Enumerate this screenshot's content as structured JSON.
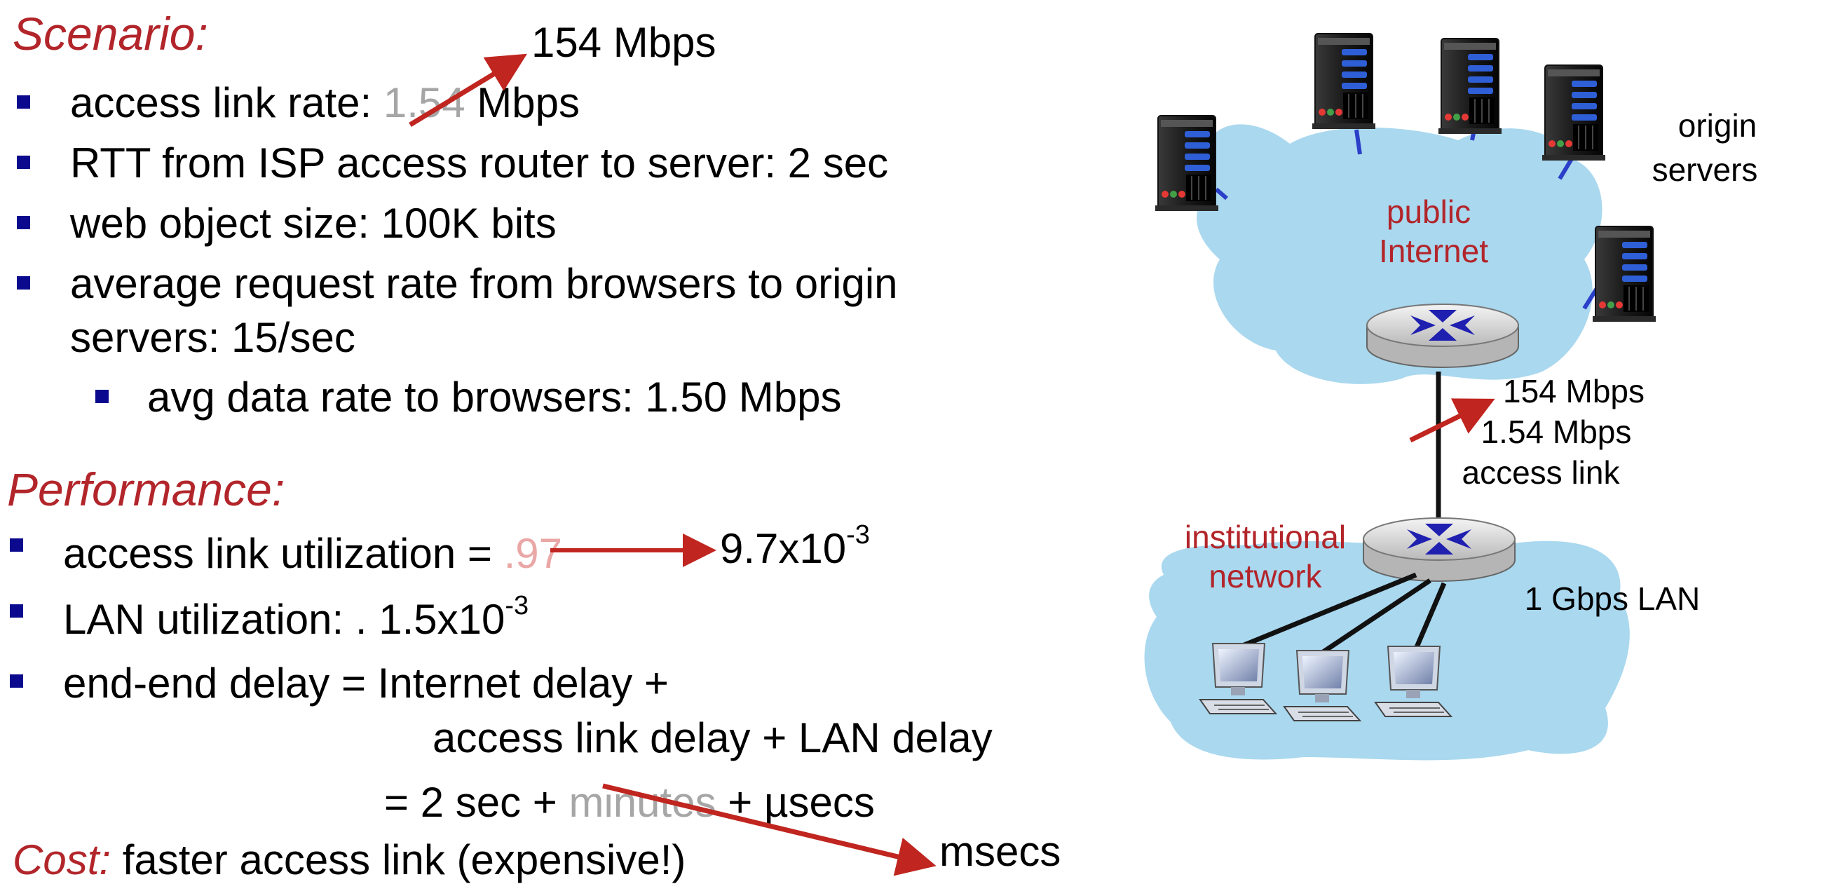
{
  "scenario": {
    "heading": "Scenario:",
    "new_rate": "154 Mbps",
    "bullets": {
      "access_prefix": "access link rate: ",
      "access_old": "1.54",
      "access_suffix": " Mbps",
      "rtt": "RTT from ISP access router to server: 2 sec",
      "object_size": "web object size: 100K bits",
      "request_rate_line1": "average request rate from browsers to origin",
      "request_rate_line2": "servers: 15/sec",
      "avg_data_rate": "avg data rate to browsers: 1.50 Mbps"
    }
  },
  "performance": {
    "heading": "Performance:",
    "util_prefix": "access link utilization = ",
    "util_old": ".97",
    "util_new_base": "9.7x10",
    "util_new_exp": "-3",
    "lan_base": "LAN utilization: . 1.5x10",
    "lan_exp": "-3",
    "delay_line1": "end-end delay  =  Internet delay +",
    "delay_line2": "access link delay + LAN delay",
    "delay_eq": "=  2 sec + ",
    "delay_old": "minutes",
    "delay_tail": " + µsecs",
    "delay_new": "msecs"
  },
  "cost": {
    "label": "Cost:",
    "text": " faster access link (expensive!)"
  },
  "diagram": {
    "origin_line1": "origin",
    "origin_line2": "servers",
    "public_line1": "public",
    "public_line2": "Internet",
    "link_new": "154 Mbps",
    "link_old": "1.54 Mbps",
    "link_label": "access link",
    "inst_line1": "institutional",
    "inst_line2": "network",
    "lan": "1 Gbps LAN",
    "colors": {
      "cloud": "#a9d8ef",
      "red_text": "#b2252a",
      "arrow": "#c0251f",
      "bullet": "#0b0a8e",
      "router_x": "#1f1fb0",
      "server_link": "#2b3fc8"
    }
  }
}
